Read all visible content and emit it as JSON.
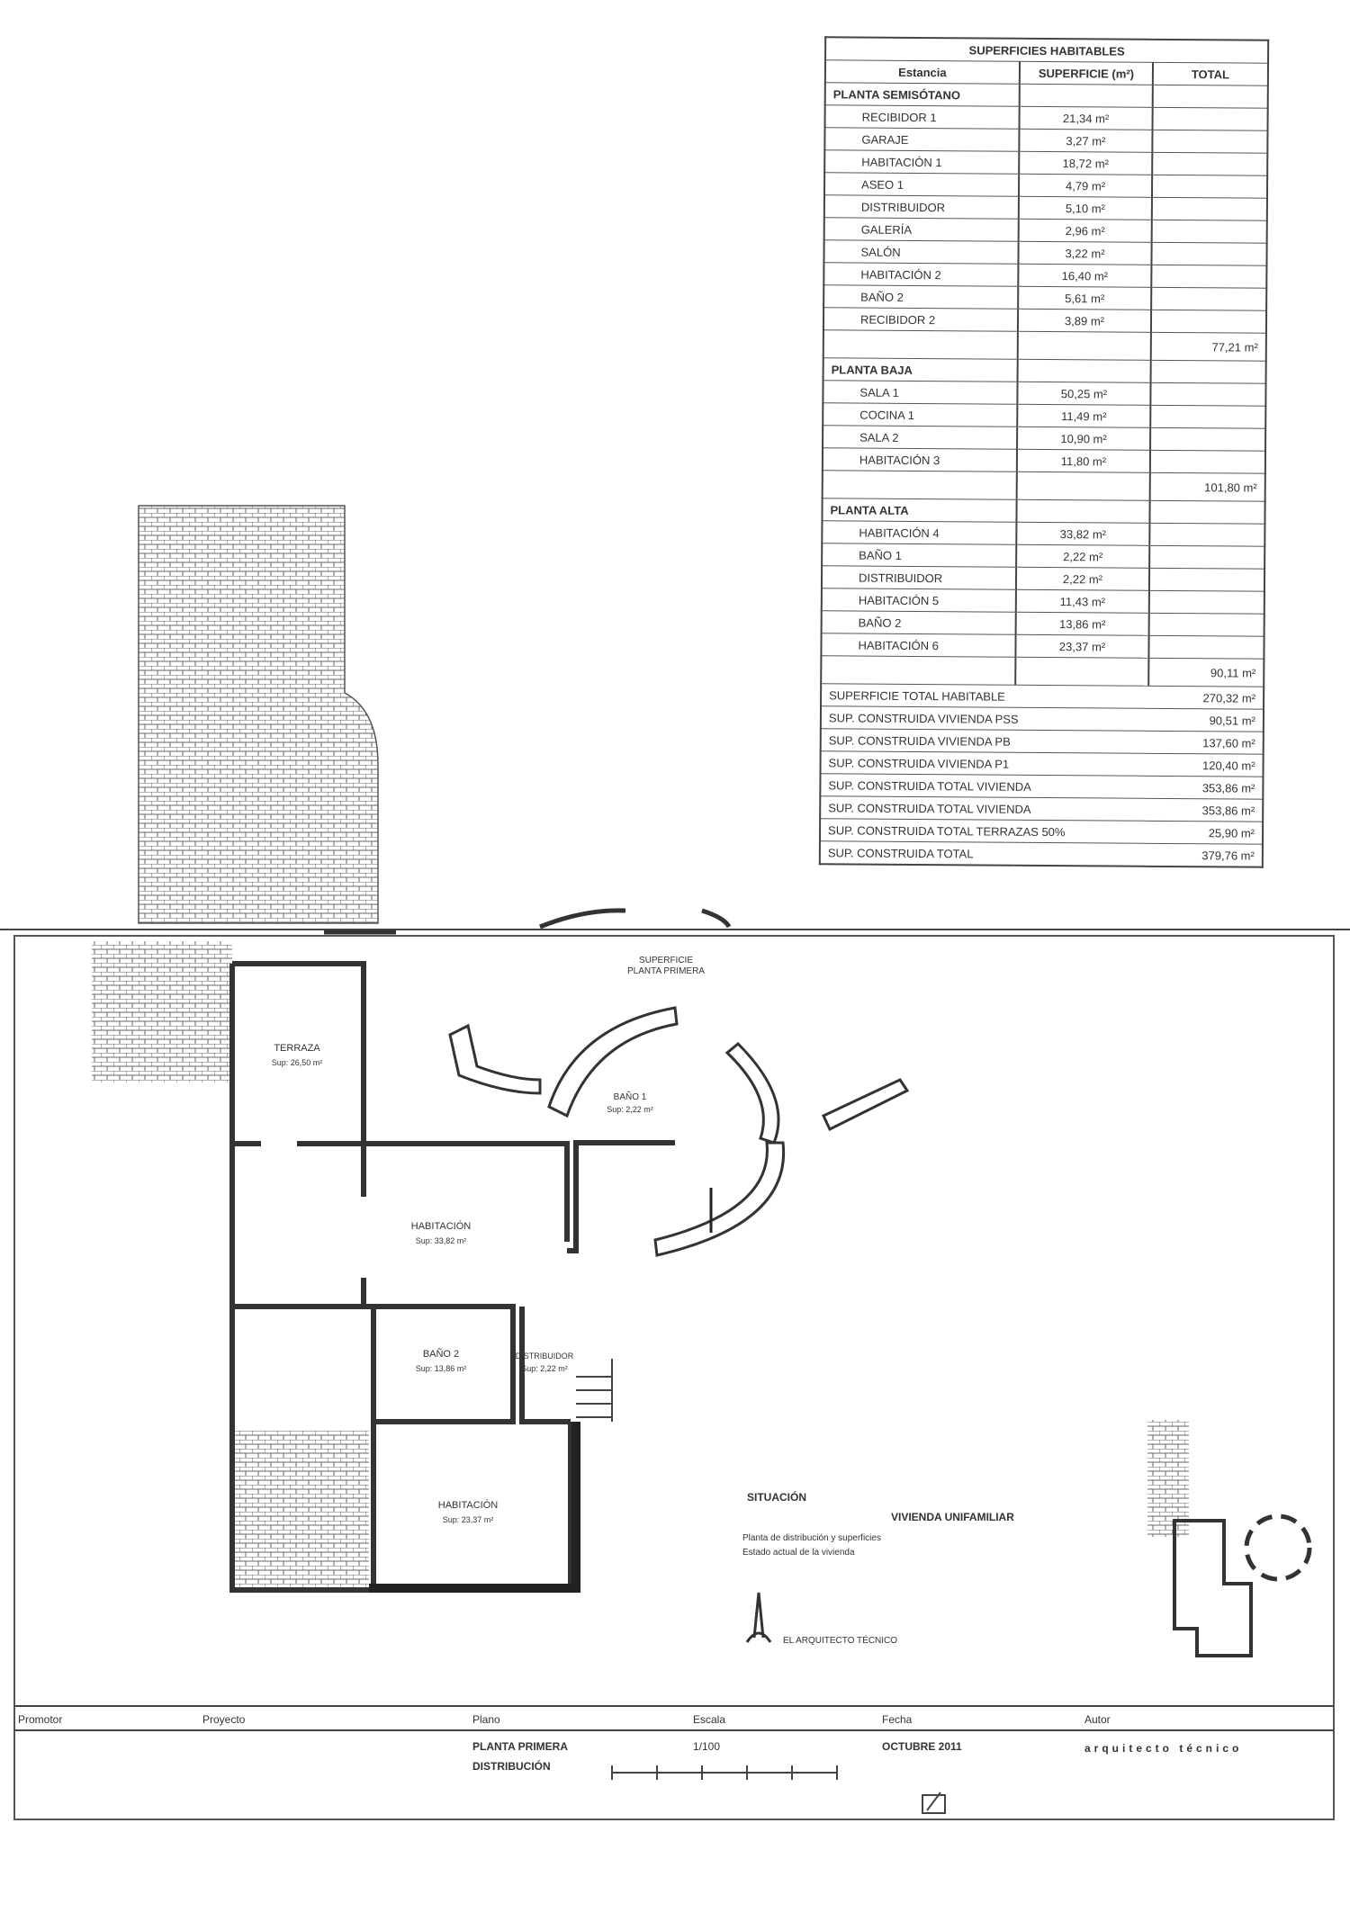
{
  "table": {
    "title": "SUPERFICIES HABITABLES",
    "columns": [
      "Estancia",
      "SUPERFICIE (m²)",
      "TOTAL"
    ],
    "rows": [
      {
        "kind": "sec",
        "label": "PLANTA SEMISÓTANO"
      },
      {
        "kind": "item",
        "label": "RECIBIDOR 1",
        "value": "21,34 m²"
      },
      {
        "kind": "item",
        "label": "GARAJE",
        "value": "3,27 m²"
      },
      {
        "kind": "item",
        "label": "HABITACIÓN 1",
        "value": "18,72 m²"
      },
      {
        "kind": "item",
        "label": "ASEO 1",
        "value": "4,79 m²"
      },
      {
        "kind": "item",
        "label": "DISTRIBUIDOR",
        "value": "5,10 m²"
      },
      {
        "kind": "item",
        "label": "GALERÍA",
        "value": "2,96 m²"
      },
      {
        "kind": "item",
        "label": "SALÓN",
        "value": "3,22 m²"
      },
      {
        "kind": "item",
        "label": "HABITACIÓN 2",
        "value": "16,40 m²"
      },
      {
        "kind": "item",
        "label": "BAÑO 2",
        "value": "5,61 m²"
      },
      {
        "kind": "item",
        "label": "RECIBIDOR 2",
        "value": "3,89 m²"
      },
      {
        "kind": "tot",
        "total": "77,21 m²"
      },
      {
        "kind": "sec",
        "label": "PLANTA BAJA"
      },
      {
        "kind": "item",
        "label": "SALA 1",
        "value": "50,25 m²"
      },
      {
        "kind": "item",
        "label": "COCINA 1",
        "value": "11,49 m²"
      },
      {
        "kind": "item",
        "label": "SALA 2",
        "value": "10,90 m²"
      },
      {
        "kind": "item",
        "label": "HABITACIÓN 3",
        "value": "11,80 m²"
      },
      {
        "kind": "tot",
        "total": "101,80 m²"
      },
      {
        "kind": "sec",
        "label": "PLANTA ALTA"
      },
      {
        "kind": "item",
        "label": "HABITACIÓN 4",
        "value": "33,82 m²"
      },
      {
        "kind": "item",
        "label": "BAÑO 1",
        "value": "2,22 m²"
      },
      {
        "kind": "item",
        "label": "DISTRIBUIDOR",
        "value": "2,22 m²"
      },
      {
        "kind": "item",
        "label": "HABITACIÓN 5",
        "value": "11,43 m²"
      },
      {
        "kind": "item",
        "label": "BAÑO 2",
        "value": "13,86 m²"
      },
      {
        "kind": "item",
        "label": "HABITACIÓN 6",
        "value": "23,37 m²"
      },
      {
        "kind": "tot",
        "total": "90,11 m²"
      },
      {
        "kind": "sum",
        "label": "SUPERFICIE TOTAL HABITABLE",
        "total": "270,32 m²"
      },
      {
        "kind": "sum",
        "label": "SUP. CONSTRUIDA VIVIENDA PSS",
        "total": "90,51 m²"
      },
      {
        "kind": "sum",
        "label": "SUP. CONSTRUIDA VIVIENDA PB",
        "total": "137,60 m²"
      },
      {
        "kind": "sum",
        "label": "SUP. CONSTRUIDA VIVIENDA P1",
        "total": "120,40 m²"
      },
      {
        "kind": "sum",
        "label": "SUP. CONSTRUIDA TOTAL VIVIENDA",
        "total": "353,86 m²"
      },
      {
        "kind": "sum",
        "label": "SUP. CONSTRUIDA TOTAL VIVIENDA",
        "total": "353,86 m²"
      },
      {
        "kind": "sum",
        "label": "SUP. CONSTRUIDA TOTAL TERRAZAS 50%",
        "total": "25,90 m²"
      },
      {
        "kind": "sum",
        "label": "SUP. CONSTRUIDA TOTAL",
        "total": "379,76 m²"
      }
    ]
  },
  "plan": {
    "header": "SUPERFICIE\nPLANTA PRIMERA",
    "rooms": {
      "terraza": "TERRAZA",
      "terraza_area": "Sup: 26,50 m²",
      "habitacion_a": "HABITACIÓN",
      "habitacion_a_area": "Sup: 33,82 m²",
      "bano2": "BAÑO 2",
      "bano2_area": "Sup: 13,86 m²",
      "distribuidor": "DISTRIBUIDOR",
      "distribuidor_area": "Sup: 2,22 m²",
      "bano1": "BAÑO 1",
      "bano1_area": "Sup: 2,22 m²",
      "habitacion_b": "HABITACIÓN",
      "habitacion_b_area": "Sup: 23,37 m²"
    }
  },
  "notes": {
    "situacion": "SITUACIÓN",
    "vivienda": "VIVIENDA UNIFAMILIAR",
    "line1": "Planta de distribución y superficies",
    "line2": "Estado actual de la vivienda",
    "signature": "EL ARQUITECTO TÉCNICO"
  },
  "title_block": {
    "promotor_label": "Promotor",
    "proyecto_label": "Proyecto",
    "plano_label": "Plano",
    "plano_value_1": "PLANTA PRIMERA",
    "plano_value_2": "DISTRIBUCIÓN",
    "escala_label": "Escala",
    "escala_value": "1/100",
    "fecha_label": "Fecha",
    "fecha_value": "OCTUBRE 2011",
    "autor_label": "Autor",
    "autor_value": "arquitecto técnico"
  }
}
